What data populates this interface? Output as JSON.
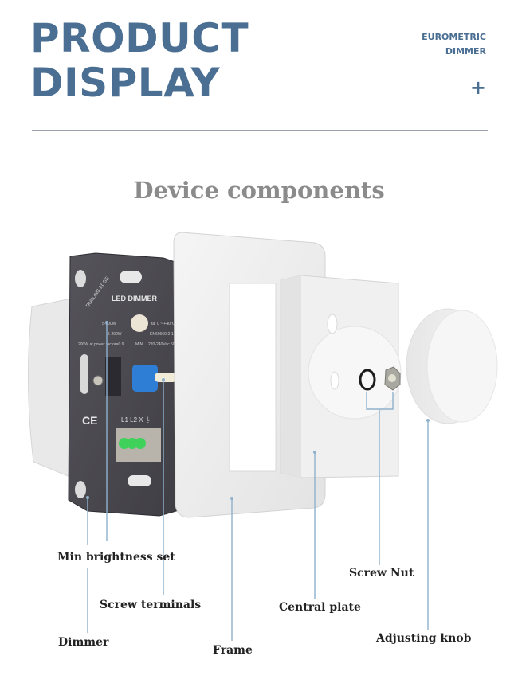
{
  "header": {
    "title_line1": "PRODUCT",
    "title_line2": "DISPLAY",
    "brand_line1": "EUROMETRIC",
    "brand_line2": "DIMMER",
    "plus_icon": "+"
  },
  "section_title": "Device components",
  "device": {
    "module_label": "LED DIMMER",
    "edge_label": "TRAILING EDGE",
    "spec_line1": "5-200W",
    "spec_line2": "5-200W",
    "spec_line3": "200W at power factor=0.9",
    "spec_min": "MIN",
    "spec_temp": "ta: 0 ~ +40°C",
    "spec_std": "EN60669-2-1",
    "spec_volt": "220-240Vac 50",
    "terminal_labels": "L1 L2 X ⏚",
    "ce_mark": "CE"
  },
  "callouts": {
    "min_brightness": "Min brightness set",
    "screw_terminals": "Screw terminals",
    "dimmer": "Dimmer",
    "frame": "Frame",
    "central_plate": "Central plate",
    "screw_nut": "Screw Nut",
    "adjusting_knob": "Adjusting knob"
  },
  "colors": {
    "accent": "#4a6f93",
    "leader_line": "#8fb1cc",
    "section_title": "#8b8b8b"
  }
}
